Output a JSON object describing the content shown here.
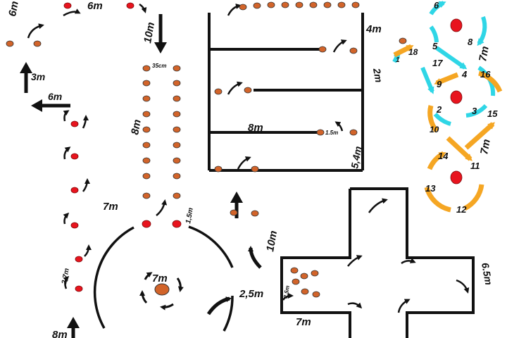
{
  "labels": {
    "m6_top_left": "6m",
    "m6_top": "6m",
    "m3": "3m",
    "m6_left": "6m",
    "m10_top": "10m",
    "cm35": "35cm",
    "m8_vertical": "8m",
    "m7_left": "7m",
    "m1_5_right": "1,5m",
    "m2_7": "2,7m",
    "m8_bottom": "8m",
    "m7_circle": "7m",
    "m2_5": "2,5m",
    "m10_right": "10m",
    "m8_maze": "8m",
    "m1_5_small": "1.5m",
    "m5_4": "5,4m",
    "m4": "4m",
    "m2": "2m",
    "m2_5_small": "2,5m",
    "m7_cross": "7m",
    "m6_5": "6.5m",
    "m7_right_top": "7m",
    "m7_right_bottom": "7m"
  },
  "numbers": [
    "1",
    "2",
    "3",
    "4",
    "5",
    "6",
    "8",
    "9",
    "10",
    "11",
    "12",
    "13",
    "14",
    "15",
    "16",
    "17",
    "18"
  ],
  "colors": {
    "cone_orange": "#d2642a",
    "cone_red": "#e8141e",
    "line": "#111111",
    "cyan": "#2fd6e6",
    "orange": "#f5a623"
  }
}
